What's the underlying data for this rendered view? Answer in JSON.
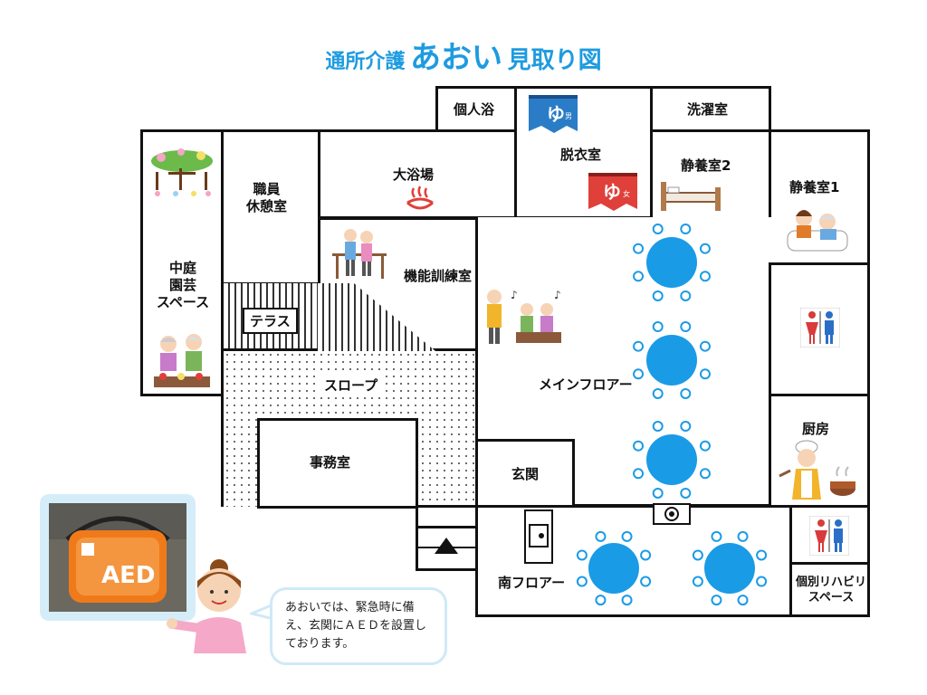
{
  "title": {
    "prefix": "通所介護",
    "name": "あおい",
    "suffix": "見取り図"
  },
  "rooms": {
    "kojinyoku": "個人浴",
    "sentakushitsu": "洗濯室",
    "shokuin": "職員\n休憩室",
    "daiyokujo": "大浴場",
    "datsuishitsu": "脱衣室",
    "seiyoshitsu2": "静養室2",
    "seiyoshitsu1": "静養室1",
    "nakaniwa": "中庭\n園芸\nスペース",
    "kinokunren": "機能訓練室",
    "terrace": "テラス",
    "slope": "スロープ",
    "jimushitsu": "事務室",
    "main_floor": "メインフロアー",
    "genkan": "玄関",
    "chubo": "厨房",
    "minami_floor": "南フロアー",
    "kobetsu_rehab": "個別リハビリ\nスペース"
  },
  "noren": {
    "men": "ゆ",
    "men_sub": "男",
    "women": "ゆ",
    "women_sub": "女"
  },
  "aed_label": "AED",
  "bubble_text": "あおいでは、緊急時に備え、玄関にＡＥＤを設置しております。",
  "colors": {
    "accent": "#1e9be0",
    "table": "#1a9be6",
    "noren_blue": "#2a7cc7",
    "noren_red": "#e0403a"
  }
}
